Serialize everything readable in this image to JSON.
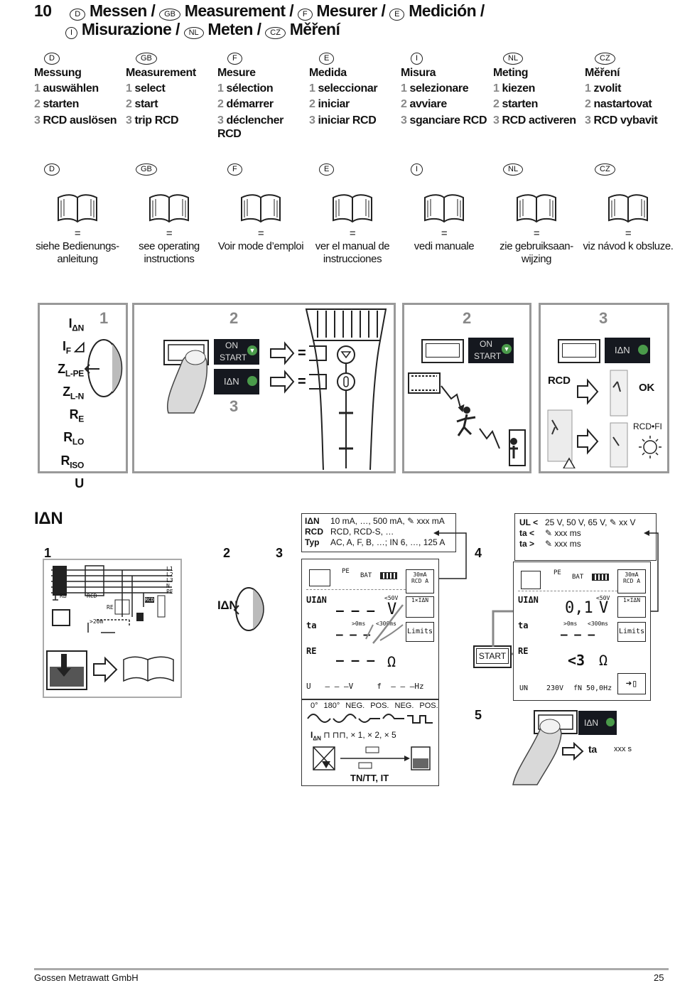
{
  "header": {
    "number": "10",
    "titles": [
      {
        "code": "D",
        "text": "Messen /"
      },
      {
        "code": "GB",
        "text": "Measurement /"
      },
      {
        "code": "F",
        "text": "Mesurer /"
      },
      {
        "code": "E",
        "text": "Medición /"
      },
      {
        "code": "I",
        "text": "Misurazione /"
      },
      {
        "code": "NL",
        "text": "Meten /"
      },
      {
        "code": "CZ",
        "text": "Měření"
      }
    ]
  },
  "languages": [
    {
      "code": "D",
      "heading": "Messung",
      "s1": "auswählen",
      "s2": "starten",
      "s3": "RCD auslösen",
      "manual": "siehe Bedienungs-anleitung"
    },
    {
      "code": "GB",
      "heading": "Measurement",
      "s1": "select",
      "s2": "start",
      "s3": "trip RCD",
      "manual": "see operating instructions"
    },
    {
      "code": "F",
      "heading": "Mesure",
      "s1": "sélection",
      "s2": "démarrer",
      "s3": "déclencher RCD",
      "manual": "Voir mode d’emploi"
    },
    {
      "code": "E",
      "heading": "Medida",
      "s1": "seleccionar",
      "s2": "iniciar",
      "s3": "iniciar RCD",
      "manual": "ver el manual de instrucciones"
    },
    {
      "code": "I",
      "heading": "Misura",
      "s1": "selezionare",
      "s2": "avviare",
      "s3": "sganciare RCD",
      "manual": "vedi manuale"
    },
    {
      "code": "NL",
      "heading": "Meting",
      "s1": "kiezen",
      "s2": "starten",
      "s3": "RCD activeren",
      "manual": "zie gebruiksaan-wijzing"
    },
    {
      "code": "CZ",
      "heading": "Měření",
      "s1": "zvolit",
      "s2": "nastartovat",
      "s3": "RCD vybavit",
      "manual": "viz návod k obsluze."
    }
  ],
  "step_nums": {
    "n1": "1",
    "n2": "2",
    "n3": "3"
  },
  "equals": "=",
  "panels": {
    "p1": {
      "num": "1",
      "functions": [
        "IΔN",
        "IF",
        "ZL-PE",
        "ZL-N",
        "RE",
        "RLO",
        "RISO",
        "U"
      ]
    },
    "p2": {
      "num": "2",
      "num3": "3",
      "on": "ON",
      "start": "START",
      "idn": "IΔN"
    },
    "p3": {
      "num": "2",
      "on": "ON",
      "start": "START"
    },
    "p4": {
      "num": "3",
      "rcd": "RCD",
      "ok": "OK",
      "rcdfi": "RCD•FI",
      "idn": "IΔN"
    }
  },
  "lower": {
    "section_title": "IΔN",
    "step1": "1",
    "step2": "2",
    "step3": "3",
    "step4": "4",
    "step5": "5",
    "selector_label": "IΔN",
    "info_left": [
      {
        "k": "IΔN",
        "v": "10 mA, …, 500 mA,",
        "v2": "xxx mA"
      },
      {
        "k": "RCD",
        "v": "RCD, RCD-S, …"
      },
      {
        "k": "Typ",
        "v": "AC, A, F, B, …; IN 6, …, 125 A"
      }
    ],
    "info_right": [
      {
        "k": "UL <",
        "v": "25 V, 50 V, 65 V,",
        "v2": "xx V"
      },
      {
        "k": "ta <",
        "v": "xxx ms"
      },
      {
        "k": "ta >",
        "v": "xxx ms"
      }
    ],
    "screen_left": {
      "uidn": "UIΔN",
      "dashes": "– – –",
      "unit_v": "V",
      "lim50": "<50V",
      "x1idn": "1×IΔN",
      "ta": "ta",
      "gt0": ">0ms",
      "lt300": "<300ms",
      "limits": "Limits",
      "re": "RE",
      "ohm": "Ω",
      "bottom": "U   – – –V     f  – – –Hz",
      "btn30": "30mA RCD A",
      "bat": "BAT",
      "pe": "PE"
    },
    "screen_right": {
      "uidn": "UIΔN",
      "value": "0,1",
      "unit_v": "V",
      "lim50": "<50V",
      "x1idn": "1×IΔN",
      "ta": "ta",
      "gt0": ">0ms",
      "lt300": "<300ms",
      "limits": "Limits",
      "re": "RE",
      "re_val": "<3",
      "ohm": "Ω",
      "un": "UN",
      "un_val": "230V",
      "fn": "fN",
      "fn_val": "50,0Hz",
      "btn30": "30mA RCD A",
      "bat": "BAT",
      "pe": "PE"
    },
    "start_button": "START",
    "wave_labels": [
      "0°",
      "180°",
      "NEG.",
      "POS.",
      "NEG.",
      "POS."
    ],
    "multipliers": ", × 1, × 2, × 5",
    "network": "TN/TT, IT",
    "ta_label": "ta",
    "ta_value": "xxx s",
    "wiring_labels": {
      "l1": "L1",
      "l2": "L2",
      "l3": "L3",
      "n": "N",
      "pe": "PE",
      "rb": "RB",
      "rcd": "RCD",
      "re": "RE",
      "rcd2": "RCD",
      "gt20": ">20m"
    }
  },
  "footer": {
    "company": "Gossen Metrawatt GmbH",
    "page": "25"
  }
}
